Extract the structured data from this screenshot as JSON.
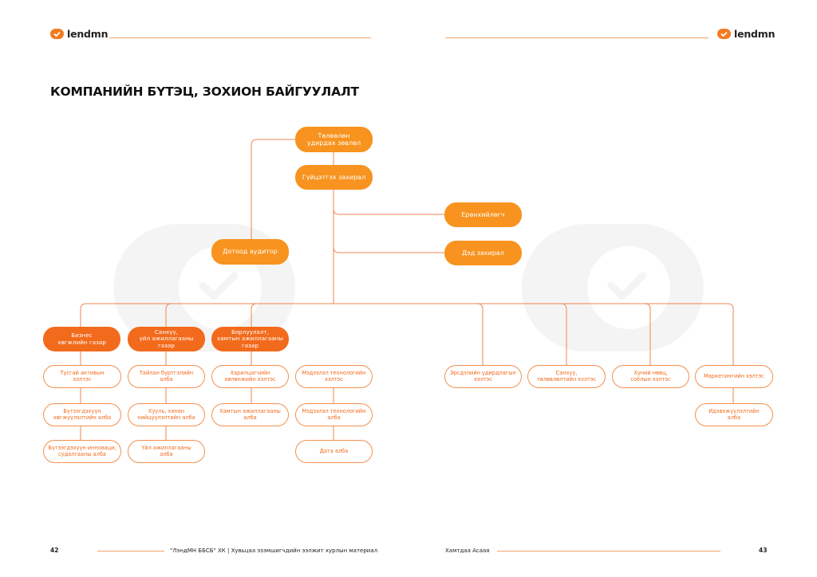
{
  "header": {
    "logo_text_left": "lendmn",
    "logo_text_right": "lendmn"
  },
  "title": "КОМПАНИЙН БҮТЭЦ, ЗОХИОН БАЙГУУЛАЛТ",
  "org": {
    "board": "Төлөөлөн\nудирдах зөвлөл",
    "ceo": "Гүйцэтгэх захирал",
    "president": "Ерөнхийлөгч",
    "deputy": "Дэд захирал",
    "auditor": "Дотоод аудитор",
    "dept_business": "Бизнес\nхөгжлийн газар",
    "dept_finance": "Санхүү,\nүйл ажиллагааны\nгазар",
    "dept_sales": "Борлуулалт,\nхамтын ажиллагааны\nгазар",
    "unit_special_assets": "Тусгай активын\nхэлтэс",
    "unit_product_dev": "Бүтээгдэхүүн\nхөгжүүлэлтийн алба",
    "unit_product_innov": "Бүтээгдэхүүн инноваци,\nсудалгааны алба",
    "unit_reporting": "Тайлан бүртгэлийн\nалба",
    "unit_legal": "Хууль, хянан\nнийцүүлэлтийн  алба",
    "unit_operations": "Үйл ажиллагааны\nалба",
    "unit_customer": "Харилцагчийн\nхөлөнжийн хэлтэс",
    "unit_partnership": "Хамтын ажиллагааны\nалба",
    "unit_it_dept": "Мэдээлэл технологийн\nхэлтэс",
    "unit_it_office": "Мэдээлэл технологийн\nалба",
    "unit_data": "Дата алба",
    "unit_risk": "Эрсдэлийн удирдлагын\nхэлтэс",
    "unit_treasury": "Санхүү,\nтөлөвлөлтийн хэлтэс",
    "unit_hr": "Хүний нөөц,\nсоёлын хэлтэс",
    "unit_marketing": "Маркетингийн хэлтэс",
    "unit_activation": "Идэвхжүүлэлтийн\nалба"
  },
  "footer": {
    "page_left": "42",
    "doc_title": "\"ЛэндМН ББСБ\" ХК | Хувьцаа эзэмшигчдийн ээлжит хурлын материал",
    "section": "Хамтдаа Асаая",
    "page_right": "43"
  },
  "colors": {
    "brand": "#f47b20",
    "dept": "#f26a1b",
    "main": "#f7931e",
    "line": "#f0a36a"
  }
}
